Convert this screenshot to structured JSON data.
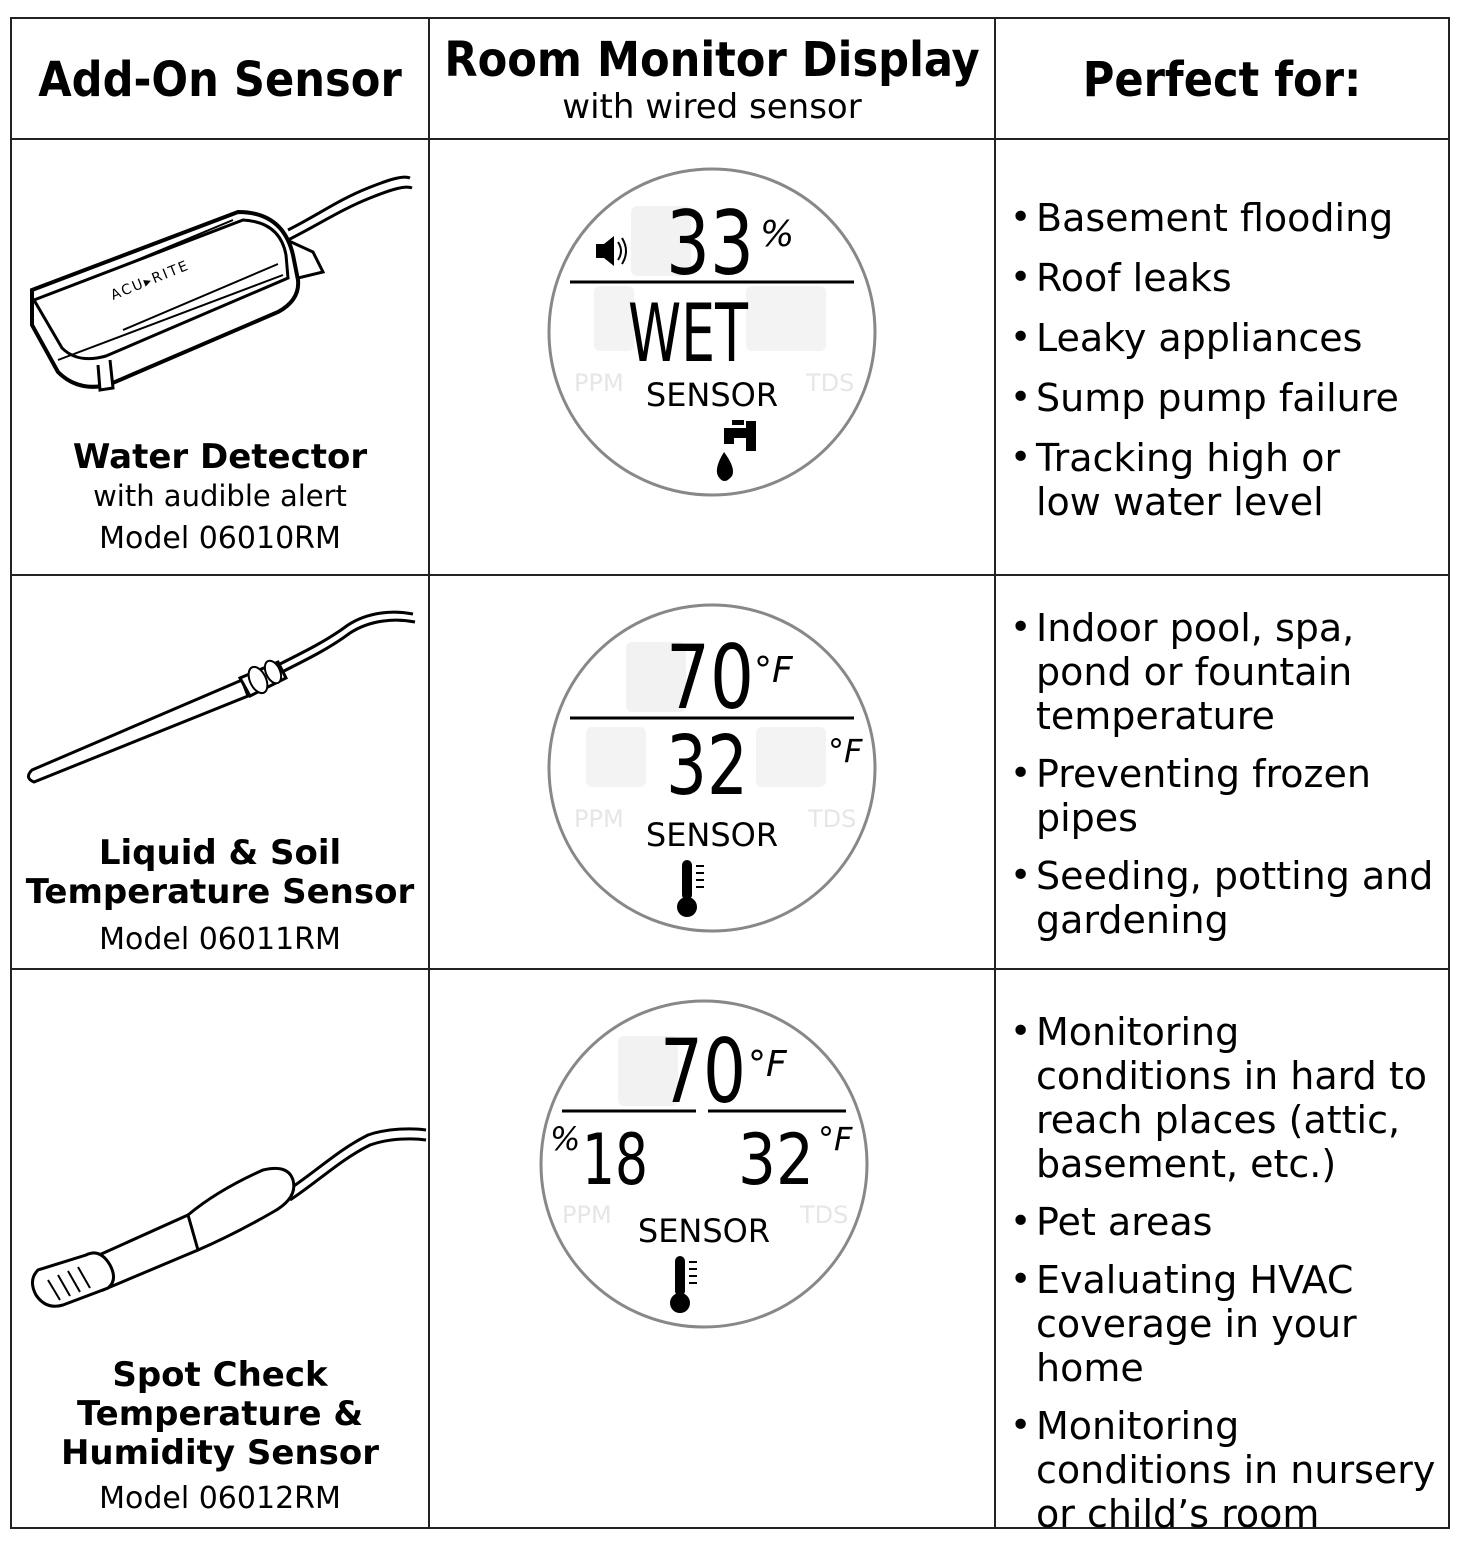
{
  "headers": {
    "col1": "Add-On Sensor",
    "col2_title": "Room Monitor Display",
    "col2_sub": "with wired sensor",
    "col3": "Perfect for:"
  },
  "rows": [
    {
      "sensor_name": [
        "Water Detector"
      ],
      "sensor_sub": "with audible alert",
      "model": "Model 06010RM",
      "device_brand": "ACU▸RITE",
      "display": {
        "top_value": "33",
        "top_unit": "%",
        "middle_text": "WET",
        "sensor_label": "SENSOR",
        "ghost_left": "PPM",
        "ghost_right": "TDS",
        "bottom_icon": "faucet-drop-icon"
      },
      "uses": [
        "Basement flooding",
        "Roof leaks",
        "Leaky appliances",
        "Sump pump failure",
        "Tracking high or low water level"
      ]
    },
    {
      "sensor_name": [
        "Liquid & Soil",
        "Temperature Sensor"
      ],
      "sensor_sub": "",
      "model": "Model 06011RM",
      "display": {
        "top_value": "70",
        "top_unit": "°F",
        "middle_value": "32",
        "middle_unit": "°F",
        "sensor_label": "SENSOR",
        "ghost_left": "PPM",
        "ghost_right": "TDS",
        "bottom_icon": "thermometer-icon"
      },
      "uses": [
        "Indoor pool, spa, pond or fountain temperature",
        "Preventing frozen pipes",
        "Seeding, potting and gardening"
      ]
    },
    {
      "sensor_name": [
        "Spot Check",
        "Temperature &",
        "Humidity Sensor"
      ],
      "sensor_sub": "",
      "model": "Model 06012RM",
      "display": {
        "top_value": "70",
        "top_unit": "°F",
        "left_unit": "%",
        "left_value": "18",
        "right_value": "32",
        "right_unit": "°F",
        "sensor_label": "SENSOR",
        "ghost_left": "PPM",
        "ghost_right": "TDS",
        "bottom_icon": "thermometer-icon"
      },
      "uses": [
        "Monitoring conditions in hard to reach places (attic, basement, etc.)",
        "Pet areas",
        "Evaluating HVAC coverage in your home",
        "Monitoring conditions in nursery or child’s room"
      ]
    }
  ]
}
